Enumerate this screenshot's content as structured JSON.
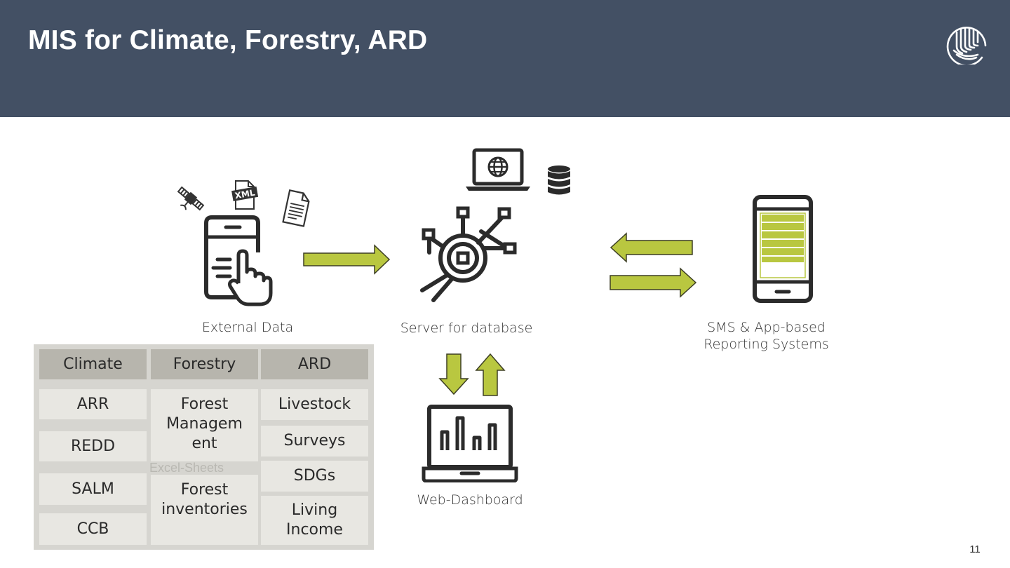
{
  "header": {
    "title": "MIS for Climate, Forestry, ARD",
    "background_color": "#435064"
  },
  "diagram": {
    "external_data_label": "External Data",
    "server_label": "Server for database",
    "sms_label_line1": "SMS & App-based",
    "sms_label_line2": "Reporting Systems",
    "dashboard_label": "Web-Dashboard",
    "xml_badge": "XML",
    "accent_color": "#b9c740"
  },
  "table": {
    "headers": {
      "climate": "Climate",
      "forestry": "Forestry",
      "ard": "ARD"
    },
    "climate": [
      "ARR",
      "REDD",
      "SALM",
      "CCB"
    ],
    "forestry": [
      "Forest Managem ent",
      "Forest inventories"
    ],
    "ard": [
      "Livestock",
      "Surveys",
      "SDGs",
      "Living Income"
    ],
    "ghost_text_last": "Excel-Sheets"
  },
  "footer": {
    "page_number": "11"
  }
}
